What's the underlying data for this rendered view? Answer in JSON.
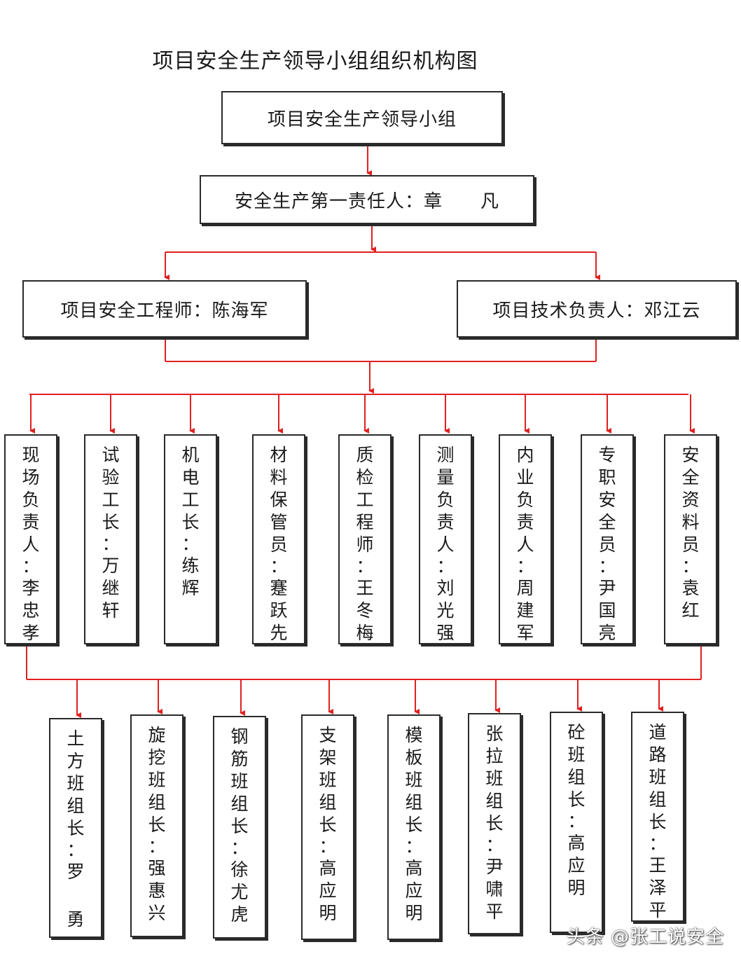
{
  "title": "项目安全生产领导小组组织机构图",
  "colors": {
    "connector": "#e02020",
    "border": "#2a2a2a",
    "text": "#1a1a1a"
  },
  "level1": {
    "label": "项目安全生产领导小组"
  },
  "level2": {
    "label": "安全生产第一责任人：章　　凡"
  },
  "level3": [
    {
      "label": "项目安全工程师：陈海军"
    },
    {
      "label": "项目技术负责人：邓江云"
    }
  ],
  "level4": [
    {
      "label": "现场负责人：李忠孝"
    },
    {
      "label": "试验工长：万继轩"
    },
    {
      "label": "机电工长：练辉"
    },
    {
      "label": "材料保管员：蹇跃先"
    },
    {
      "label": "质检工程师：王冬梅"
    },
    {
      "label": "测量负责人：刘光强"
    },
    {
      "label": "内业负责人：周建军"
    },
    {
      "label": "专职安全员：尹国亮"
    },
    {
      "label": "安全资料员：袁红"
    }
  ],
  "level5": [
    {
      "label": "土方班组长：罗　勇"
    },
    {
      "label": "旋挖班组长：强惠兴"
    },
    {
      "label": "钢筋班组长：徐尤虎"
    },
    {
      "label": "支架班组长：高应明"
    },
    {
      "label": "模板班组长：高应明"
    },
    {
      "label": "张拉班组长：尹啸平"
    },
    {
      "label": "砼班组长：高应明"
    },
    {
      "label": "道路班组长：王泽平"
    }
  ],
  "watermark": "头条 @张工说安全"
}
